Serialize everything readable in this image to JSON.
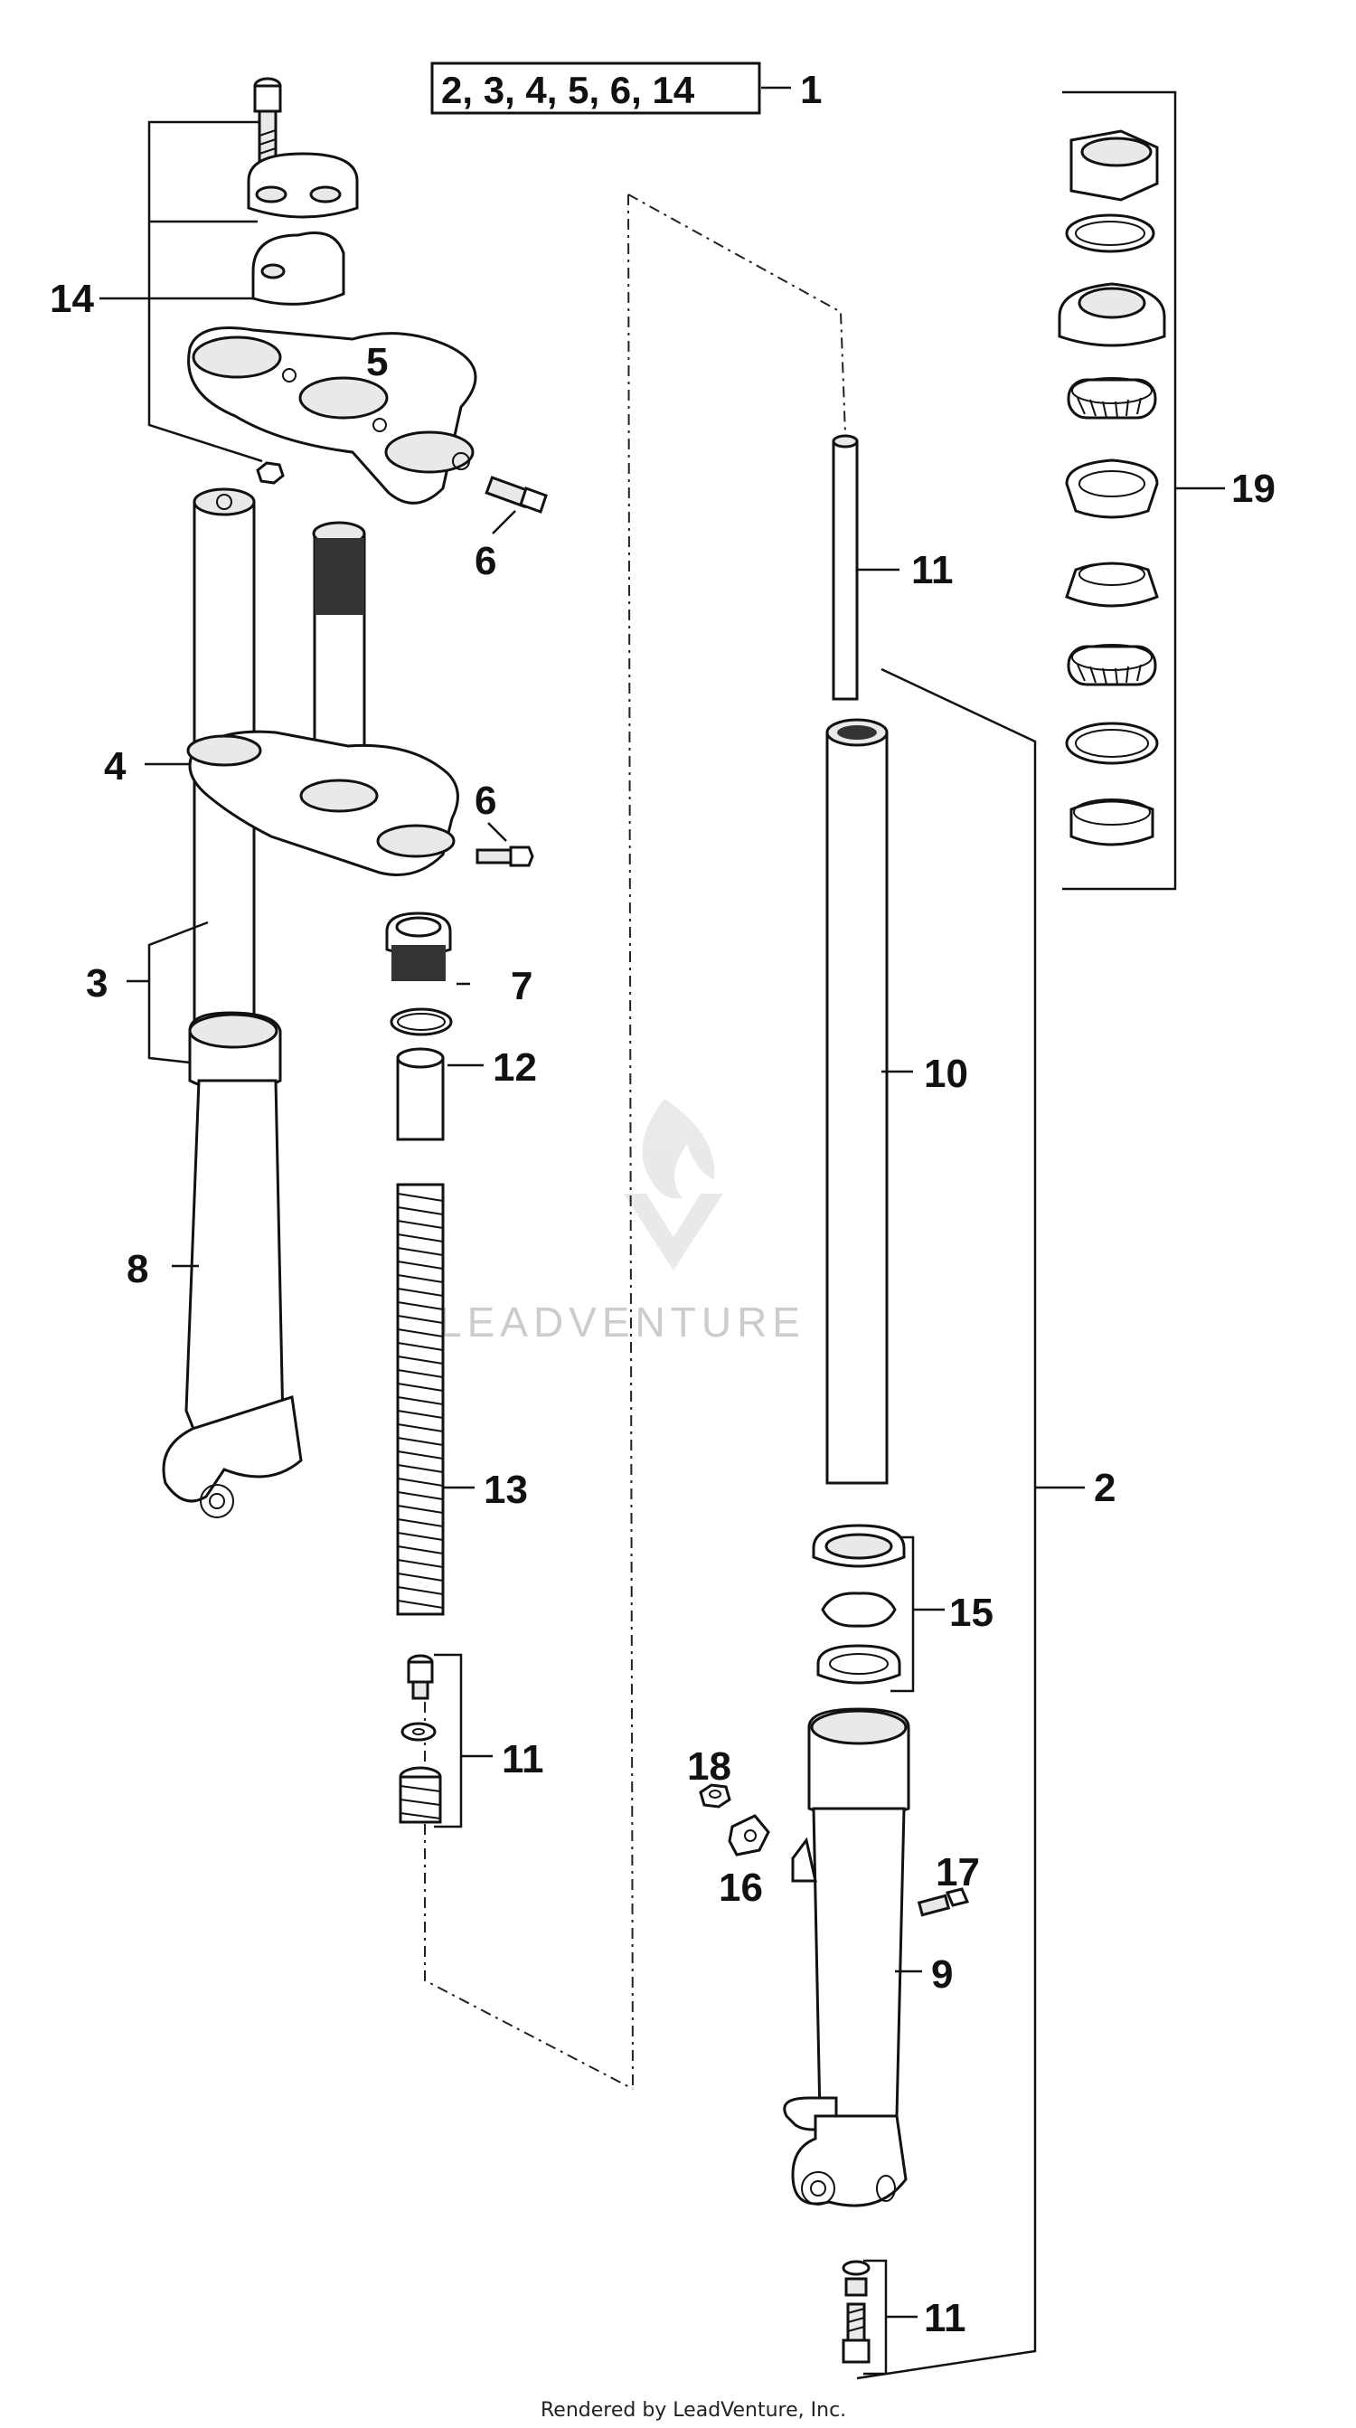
{
  "kit": {
    "box_text": "2, 3, 4, 5, 6, 14",
    "number": "1"
  },
  "callouts": {
    "c2": "2",
    "c3": "3",
    "c4": "4",
    "c5": "5",
    "c6a": "6",
    "c6b": "6",
    "c7": "7",
    "c8": "8",
    "c9": "9",
    "c10": "10",
    "c11a": "11",
    "c11b": "11",
    "c11c": "11",
    "c12": "12",
    "c13": "13",
    "c14": "14",
    "c15": "15",
    "c16": "16",
    "c17": "17",
    "c18": "18",
    "c19": "19"
  },
  "watermark": "LEADVENTURE",
  "footer": "Rendered by LeadVenture, Inc."
}
